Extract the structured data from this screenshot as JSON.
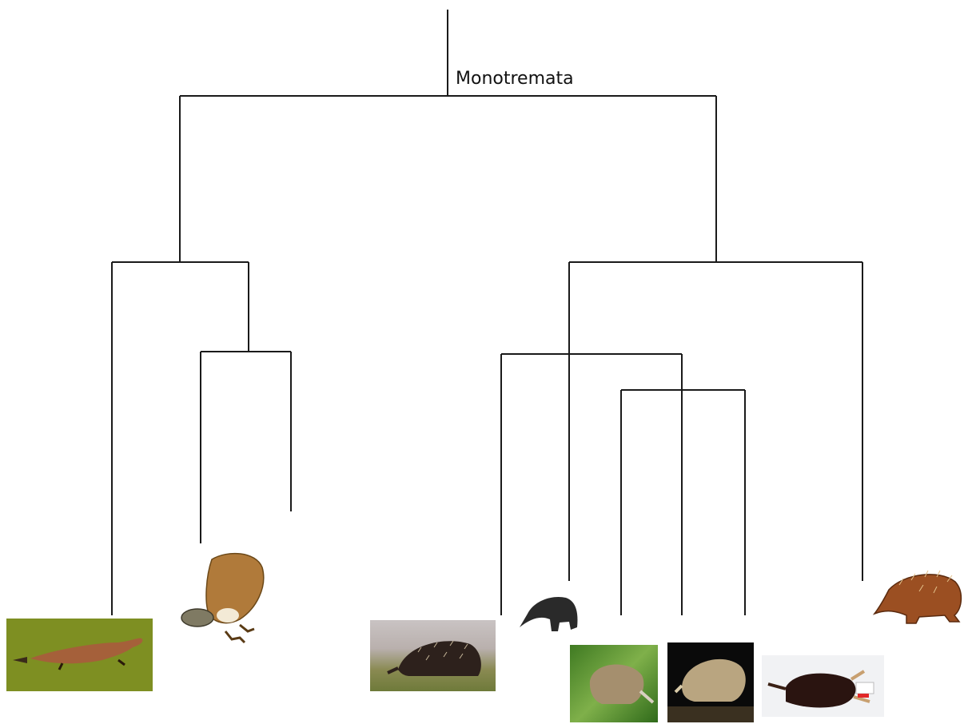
{
  "root_label": "Monotremata",
  "taxa": [
    {
      "id": "platypus-swimming",
      "kind": "photo"
    },
    {
      "id": "platypus-model",
      "kind": "illustration"
    },
    {
      "id": "echidna-grass",
      "kind": "photo"
    },
    {
      "id": "extinct-echidna-silhouette",
      "kind": "illustration"
    },
    {
      "id": "long-beaked-echidna",
      "kind": "photo"
    },
    {
      "id": "echidna-night",
      "kind": "photo"
    },
    {
      "id": "museum-specimen",
      "kind": "photo"
    },
    {
      "id": "spiny-echidna-reconstruction",
      "kind": "illustration"
    }
  ]
}
